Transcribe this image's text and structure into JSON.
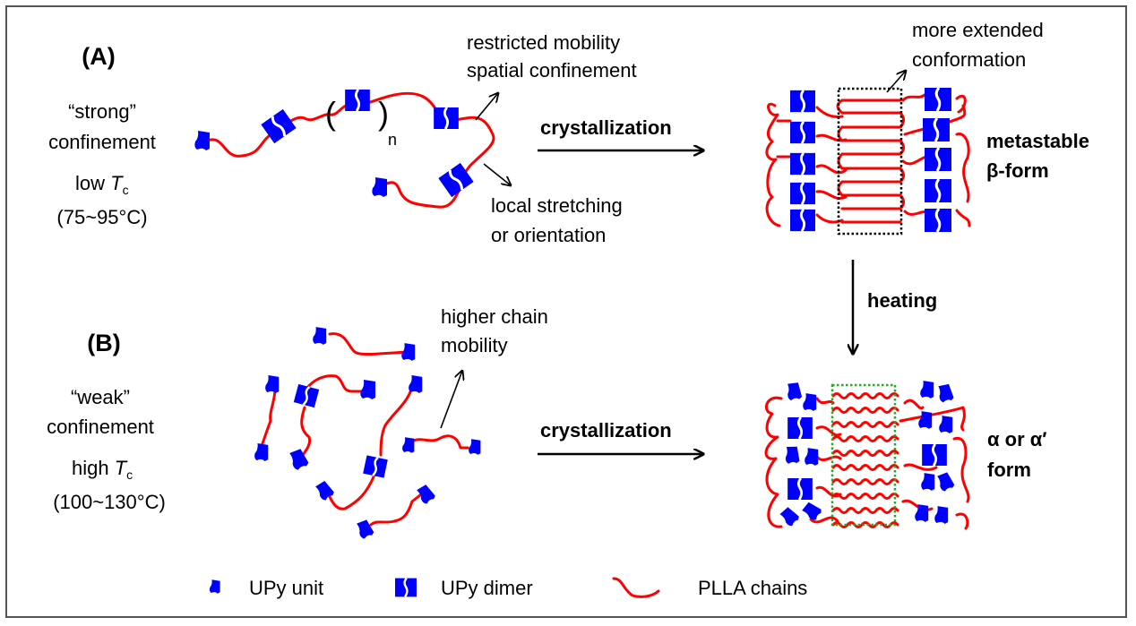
{
  "colors": {
    "upy": "#0000ff",
    "chain": "#ff0000",
    "beta_box": "#000000",
    "alpha_box": "#22aa22",
    "frame": "#555555"
  },
  "panel_a": {
    "label": "(A)",
    "confinement_quote": "“strong”",
    "confinement_word": "confinement",
    "temp_prefix": "low ",
    "temp_symbol": "T",
    "temp_sub": "c",
    "temp_range": "(75~95°C)",
    "repeat_subscript": "n",
    "annotation_top_line1": "restricted mobility",
    "annotation_top_line2": "spatial confinement",
    "annotation_bottom_line1": "local stretching",
    "annotation_bottom_line2": "or orientation",
    "process_label": "crystallization",
    "extended_line1": "more extended",
    "extended_line2": "conformation",
    "result_line1": "metastable",
    "result_line2": "β-form"
  },
  "transition": {
    "label": "heating"
  },
  "panel_b": {
    "label": "(B)",
    "confinement_quote": "“weak”",
    "confinement_word": "confinement",
    "temp_prefix": "high ",
    "temp_symbol": "T",
    "temp_sub": "c",
    "temp_range": "(100~130°C)",
    "annotation_line1": "higher chain",
    "annotation_line2": "mobility",
    "process_label": "crystallization",
    "result_line1": "α or α′",
    "result_line2": "form"
  },
  "legend": {
    "items": [
      {
        "icon": "upy-unit-icon",
        "label": "UPy unit"
      },
      {
        "icon": "upy-dimer-icon",
        "label": "UPy dimer"
      },
      {
        "icon": "plla-chain-icon",
        "label": "PLLA chains"
      }
    ]
  }
}
